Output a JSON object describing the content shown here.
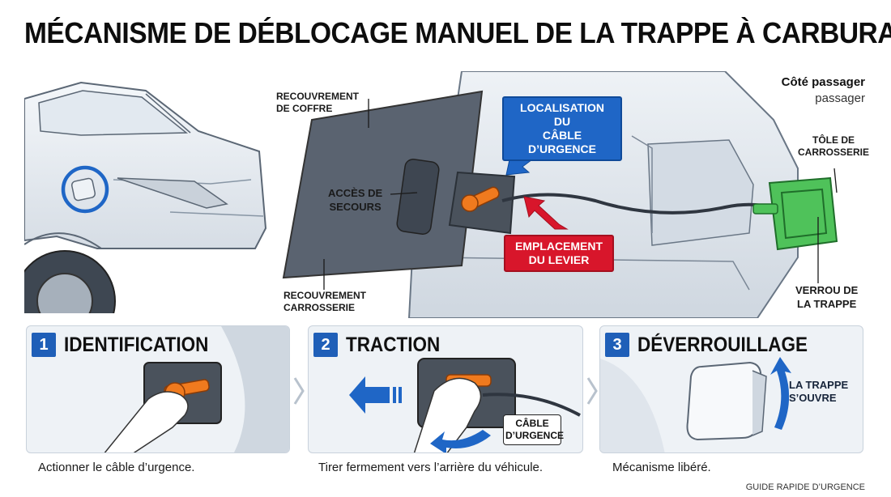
{
  "title": "MÉCANISME DE DÉBLOCAGE MANUEL DE LA TRAPPE À CARBURANT",
  "side": {
    "main": "Côté passager",
    "sub": "passager"
  },
  "labels": {
    "trunk_cover": "RECOUVREMENT\nDE COFFRE",
    "emergency_access": "ACCÈS DE\nSECOURS",
    "body_cover": "RECOUVREMENT\nCARROSSERIE",
    "body_panel": "TÔLE DE\nCARROSSERIE",
    "flap_lock": "VERROU DE\nLA TRAPPE"
  },
  "callouts": {
    "cable_location": "LOCALISATION DU\nCÂBLE D’URGENCE",
    "lever_location": "EMPLACEMENT\nDU LEVIER"
  },
  "steps": [
    {
      "number": "1",
      "title": "IDENTIFICATION",
      "caption": "Actionner le câble d’urgence."
    },
    {
      "number": "2",
      "title": "TRACTION",
      "caption": "Tirer fermement vers l’arrière du véhicule.",
      "tag": "CÂBLE\nD’URGENCE"
    },
    {
      "number": "3",
      "title": "DÉVERROUILLAGE",
      "caption": "Mécanisme libéré.",
      "tag": "LA TRAPPE\nS’OUVRE"
    }
  ],
  "footer": "GUIDE RAPIDE D’URGENCE",
  "colors": {
    "accent_blue": "#1f66c6",
    "accent_red": "#d8162b",
    "lever_orange": "#f07a1e",
    "flap_green": "#4fc25a",
    "step_badge": "#1f5fb8"
  },
  "icons": [
    "fuel-flap-circle",
    "lever-handle",
    "arrow-left",
    "arrow-curved",
    "arrow-up-curved"
  ]
}
